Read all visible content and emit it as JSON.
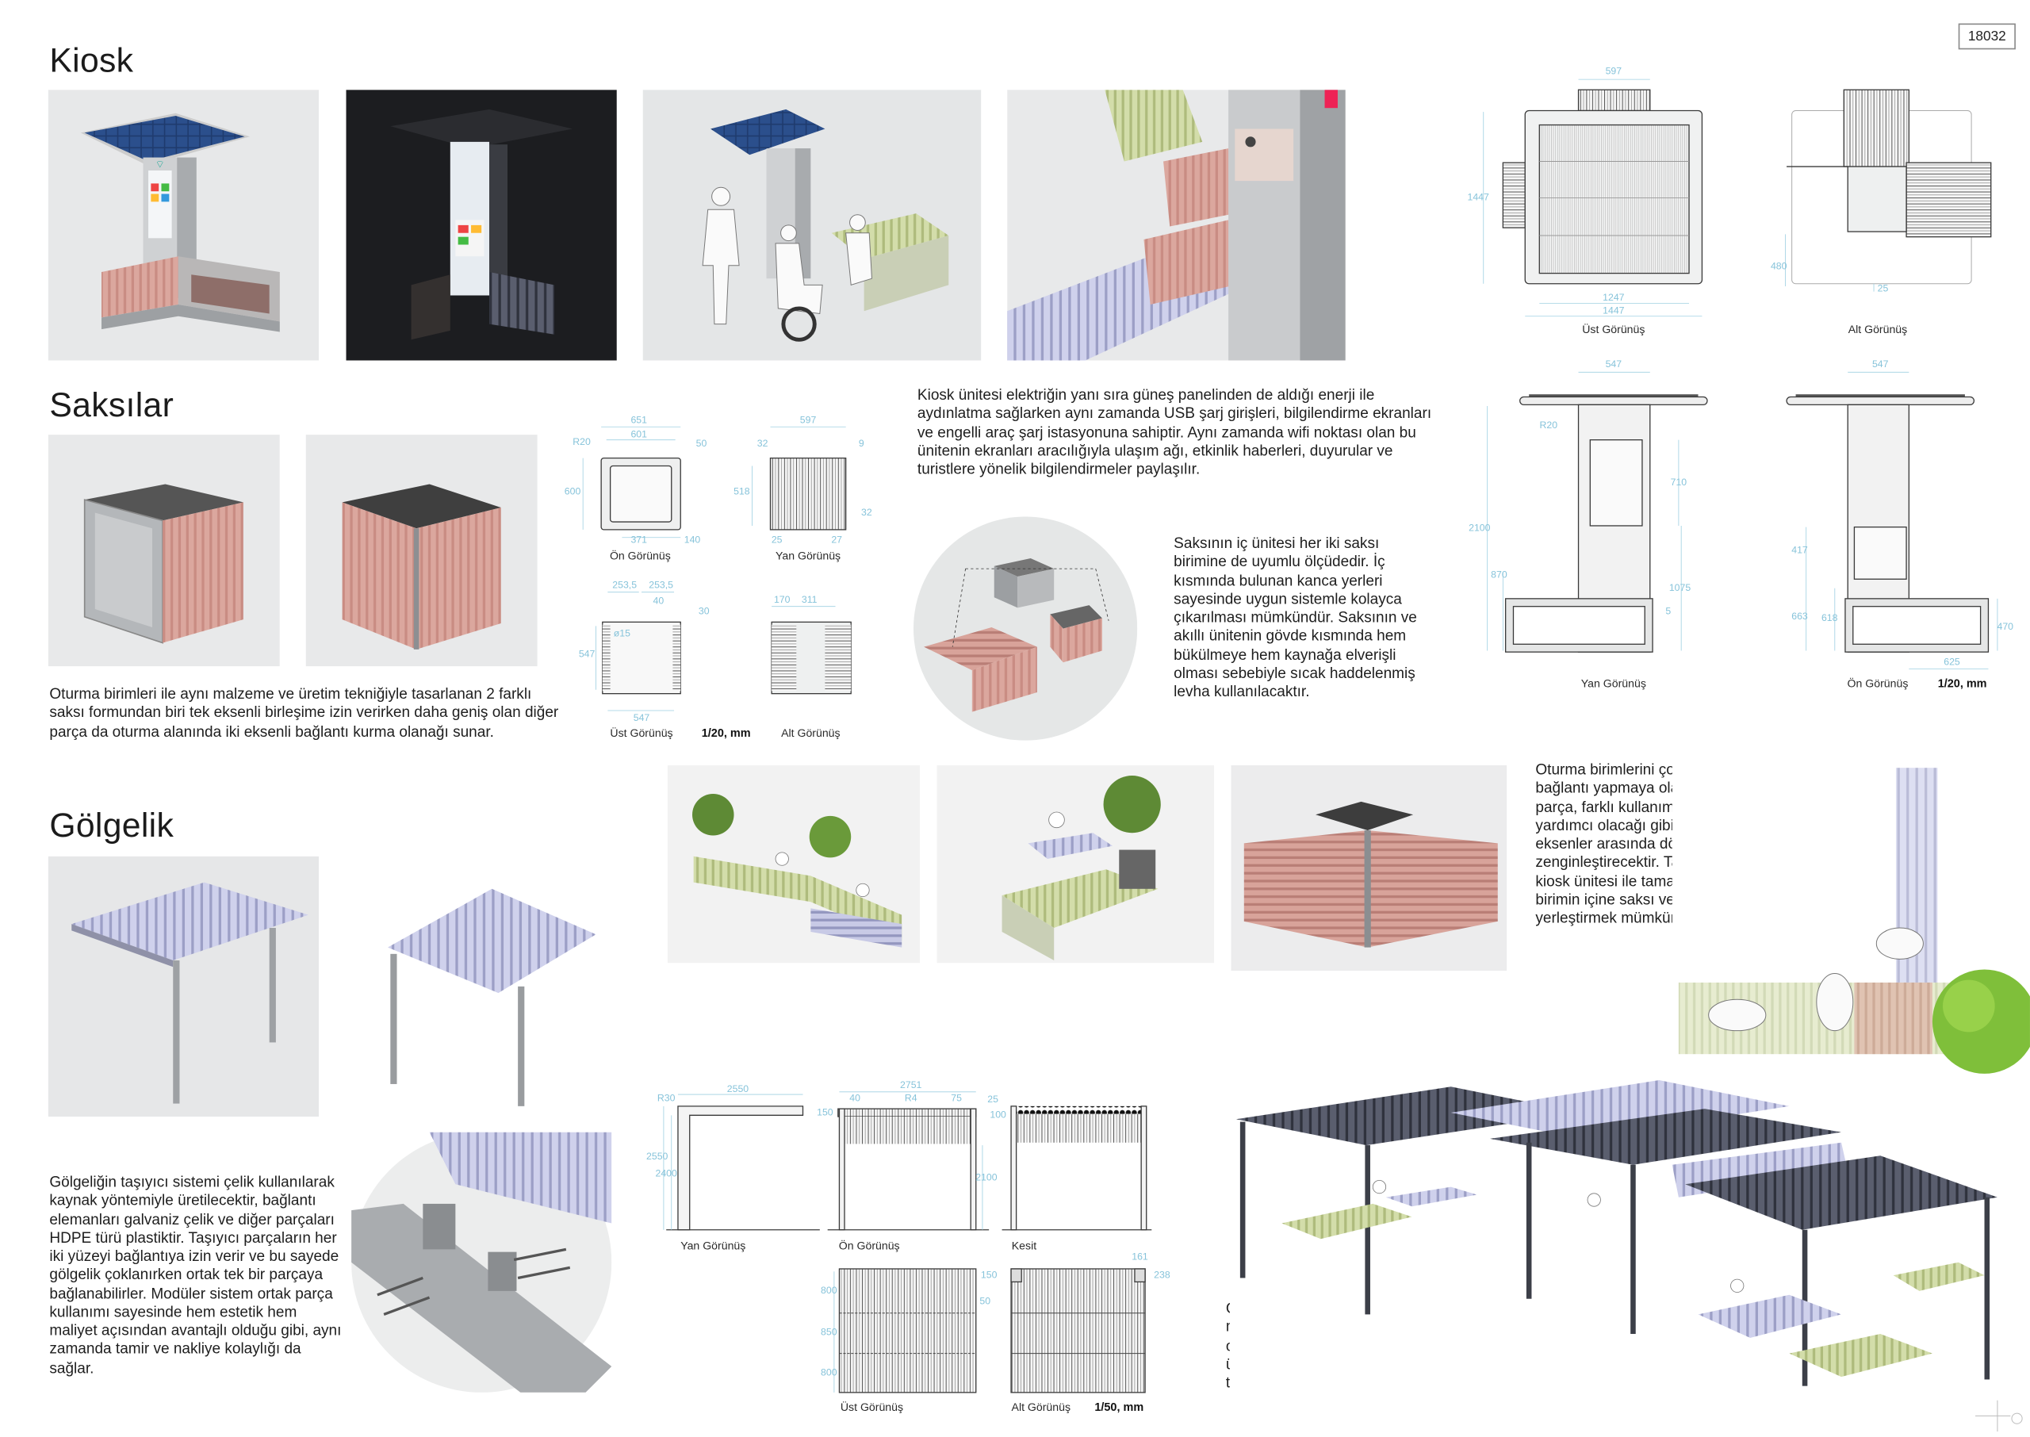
{
  "submission_id": "18032",
  "sections": {
    "kiosk": {
      "title": "Kiosk"
    },
    "saksilar": {
      "title": "Saksılar"
    },
    "golgelik": {
      "title": "Gölgelik"
    }
  },
  "paragraphs": {
    "kiosk": [
      "Kiosk ünitesi elektriğin yanı sıra güneş panelinden de aldığı enerji ile",
      "aydınlatma sağlarken aynı zamanda USB şarj girişleri, bilgilendirme ekranları",
      "ve engelli araç şarj istasyonuna sahiptir. Aynı zamanda wifi noktası olan bu",
      "ünitenin ekranları aracılığıyla ulaşım ağı, etkinlik haberleri, duyurular ve",
      "turistlere yönelik bilgilendirmeler paylaşılır."
    ],
    "saksi_forms": [
      "Oturma birimleri ile aynı malzeme ve üretim tekniğiyle tasarlanan 2 farklı",
      "saksı formundan biri tek eksenli birleşime izin verirken daha geniş olan diğer",
      "parça da oturma alanında iki eksenli bağlantı kurma olanağı sunar."
    ],
    "saksi_inner": [
      "Saksının iç ünitesi her iki saksı",
      "birimine de uyumlu ölçüdedir. İç",
      "kısmında bulunan kanca yerleri",
      "sayesinde uygun sistemle kolayca",
      "çıkarılması mümkündür. Saksının ve",
      "akıllı ünitenin gövde kısmında hem",
      "bükülmeye hem kaynağa elverişli",
      "olması sebebiyle sıcak haddelenmiş",
      "levha kullanılacaktır."
    ],
    "golgelik_structure": [
      "Gölgeliğin taşıyıcı sistemi çelik kullanılarak",
      "kaynak yöntemiyle üretilecektir, bağlantı",
      "elemanları galvaniz çelik ve diğer parçaları",
      "HDPE türü plastiktir. Taşıyıcı parçaların her",
      "iki yüzeyi bağlantıya izin verir ve bu sayede",
      "gölgelik çoklanırken ortak tek bir parçaya",
      "bağlanabilirler. Modüler sistem ortak parça",
      "kullanımı sayesinde hem estetik hem",
      "maliyet açısından avantajlı olduğu gibi, aynı",
      "zamanda tamir ve nakliye kolaylığı da",
      "sağlar."
    ],
    "oturma_l": [
      "Oturma birimlerini çoklarken L şeklinde",
      "bağlantı yapmaya olanak sunması hedeflenen",
      "parça, farklı kullanım senaryoları oluşturmaya",
      "yardımcı olacağı gibi, alan kullanımını da",
      "eksenler arasında dönüş sağlaması sebebiyle",
      "zenginleştirecektir. Taşıyıcı kısmının ölçüleri",
      "kiosk ünitesi ile tamamen aynı olduğundan bu",
      "birimin içine saksı veya akıllı ünite",
      "yerleştirmek mümkündür."
    ],
    "golgelik_combo": [
      "Gölgeliğin çoklanabilir sistemi farklı",
      "metrekaredeki alanlara uyum sağlamasına",
      "olanak tanır. Karşılıklı şekilde iç içe geçen",
      "üniteler çeşitli nitelikte kullanım alanları",
      "tanımlanmasına yardımcı olur."
    ]
  },
  "drawings": {
    "kiosk_top": {
      "label": "Üst Görünüş",
      "dims": [
        "597",
        "1447",
        "1247",
        "1447"
      ]
    },
    "kiosk_bottom": {
      "label": "Alt Görünüş",
      "dims": [
        "480",
        "25"
      ]
    },
    "kiosk_side": {
      "label": "Yan Görünüş",
      "dims": [
        "547",
        "R20",
        "710",
        "2100",
        "870",
        "1075",
        "5"
      ]
    },
    "kiosk_front": {
      "label": "Ön Görünüş",
      "dims": [
        "547",
        "417",
        "663",
        "618",
        "470",
        "625"
      ]
    },
    "kiosk_scale": "1/20, mm",
    "saksi_front": {
      "label": "Ön Görünüş",
      "dims": [
        "651",
        "601",
        "R20",
        "50",
        "600",
        "371",
        "140"
      ]
    },
    "saksi_side": {
      "label": "Yan Görünüş",
      "dims": [
        "597",
        "32",
        "9",
        "518",
        "32",
        "25",
        "27"
      ]
    },
    "saksi_top": {
      "label": "Üst Görünüş",
      "dims": [
        "253,5",
        "253,5",
        "40",
        "30",
        "ø15",
        "547",
        "547"
      ]
    },
    "saksi_bottom": {
      "label": "Alt Görünüş",
      "dims": [
        "170",
        "311"
      ]
    },
    "saksi_scale": "1/20, mm",
    "golgelik_side": {
      "label": "Yan Görünüş",
      "dims": [
        "R30",
        "2550",
        "2550",
        "2400"
      ]
    },
    "golgelik_front": {
      "label": "Ön Görünüş",
      "dims": [
        "2751",
        "40",
        "R4",
        "75",
        "25",
        "150",
        "100",
        "2100"
      ]
    },
    "golgelik_section": {
      "label": "Kesit"
    },
    "golgelik_top": {
      "label": "Üst Görünüş",
      "dims": [
        "800",
        "50",
        "850",
        "800"
      ]
    },
    "golgelik_bottom": {
      "label": "Alt Görünüş",
      "dims": [
        "150",
        "161",
        "238"
      ]
    },
    "golgelik_scale": "1/50, mm"
  },
  "colors": {
    "dimension": "#86c3da",
    "slat_pink": "#d39a90",
    "slat_lavender": "#c3c5e3",
    "slat_green": "#cbd7a0",
    "solar_panel": "#1f3b6e"
  }
}
